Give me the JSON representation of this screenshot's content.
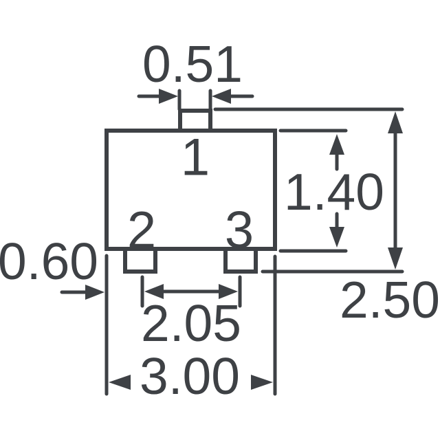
{
  "drawing": {
    "pins": [
      {
        "number": "1"
      },
      {
        "number": "2"
      },
      {
        "number": "3"
      }
    ],
    "dimensions": {
      "top_lead_width": "0.51",
      "body_height": "1.40",
      "overall_height": "2.50",
      "bottom_lead_width": "0.60",
      "bottom_lead_pitch": "2.05",
      "body_width": "3.00"
    }
  },
  "colors": {
    "ink": "#3e4145",
    "background": "#ffffff"
  }
}
